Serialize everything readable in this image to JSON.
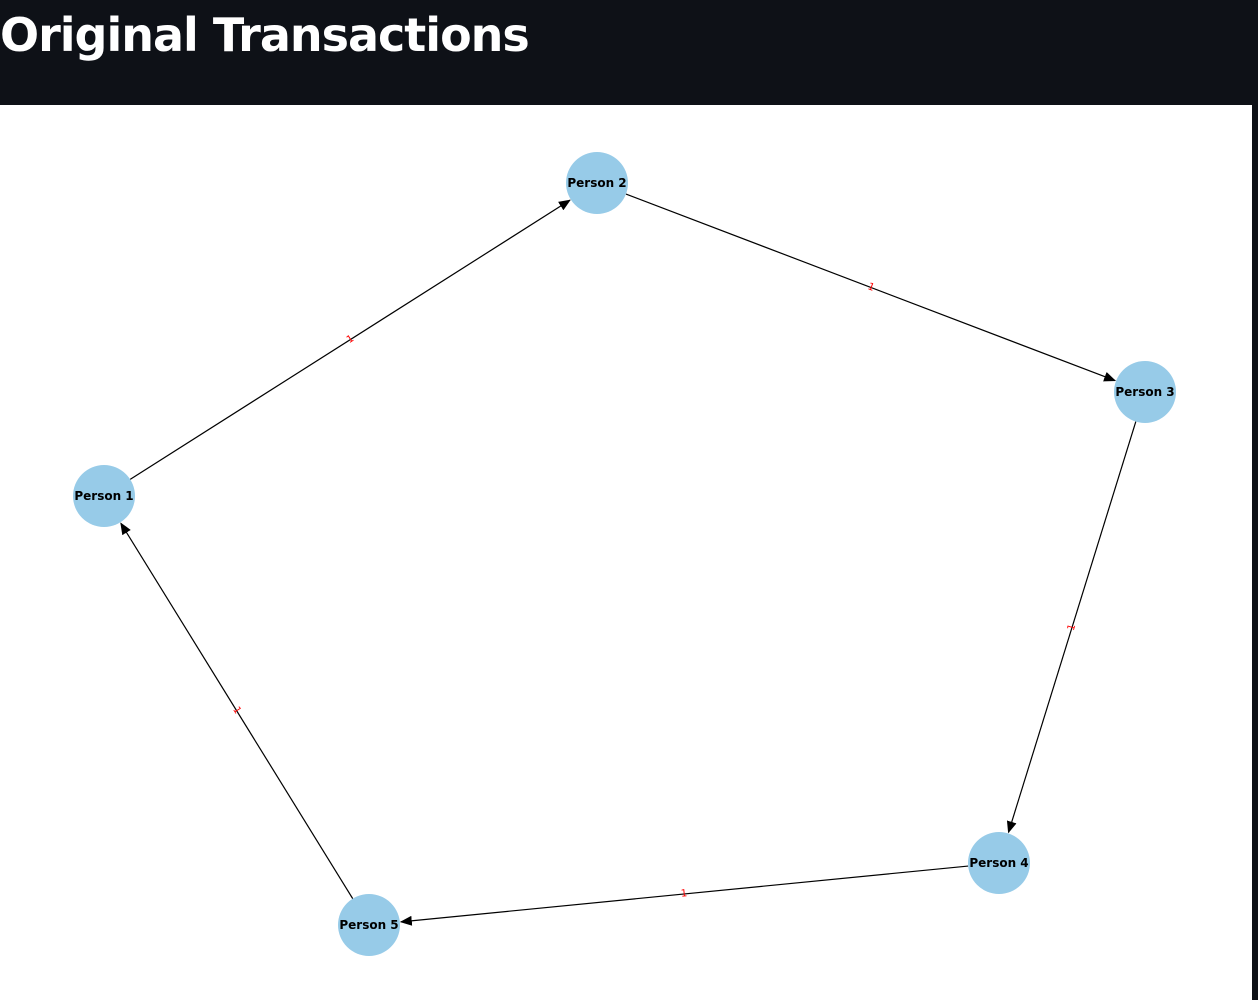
{
  "page": {
    "title": "Original Transactions"
  },
  "graph": {
    "node_color": "#97cbe8",
    "edge_color": "#000000",
    "edge_label_color": "#ff0000",
    "nodes": [
      {
        "id": "p1",
        "label": "Person 1"
      },
      {
        "id": "p2",
        "label": "Person 2"
      },
      {
        "id": "p3",
        "label": "Person 3"
      },
      {
        "id": "p4",
        "label": "Person 4"
      },
      {
        "id": "p5",
        "label": "Person 5"
      }
    ],
    "edges": [
      {
        "from": "p1",
        "to": "p2",
        "label": "1"
      },
      {
        "from": "p2",
        "to": "p3",
        "label": "1"
      },
      {
        "from": "p3",
        "to": "p4",
        "label": "1"
      },
      {
        "from": "p4",
        "to": "p5",
        "label": "1"
      },
      {
        "from": "p5",
        "to": "p1",
        "label": "1"
      }
    ]
  }
}
